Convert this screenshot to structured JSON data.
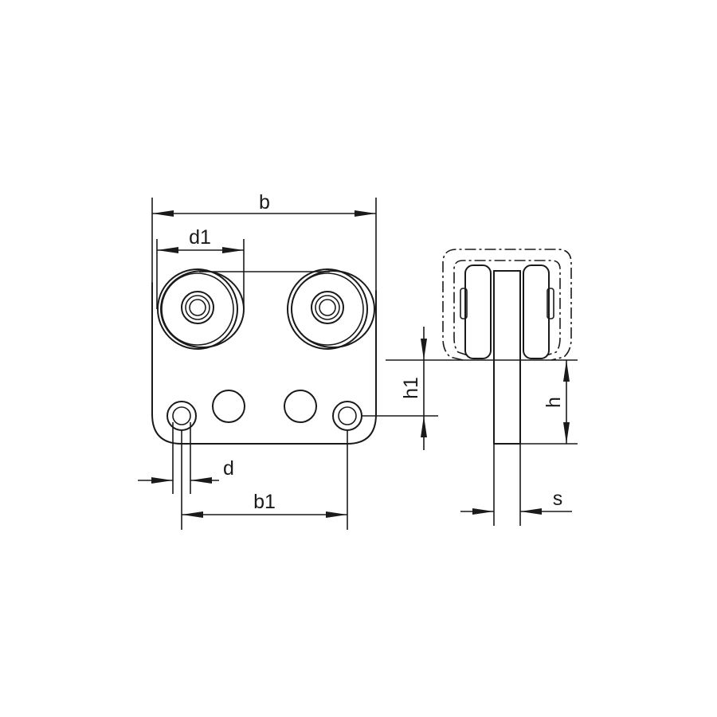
{
  "dimensions": {
    "b": "b",
    "d1": "d1",
    "d": "d",
    "b1": "b1",
    "h1": "h1",
    "h": "h",
    "s": "s"
  },
  "colors": {
    "line": "#1a1a1a",
    "background": "#ffffff"
  }
}
